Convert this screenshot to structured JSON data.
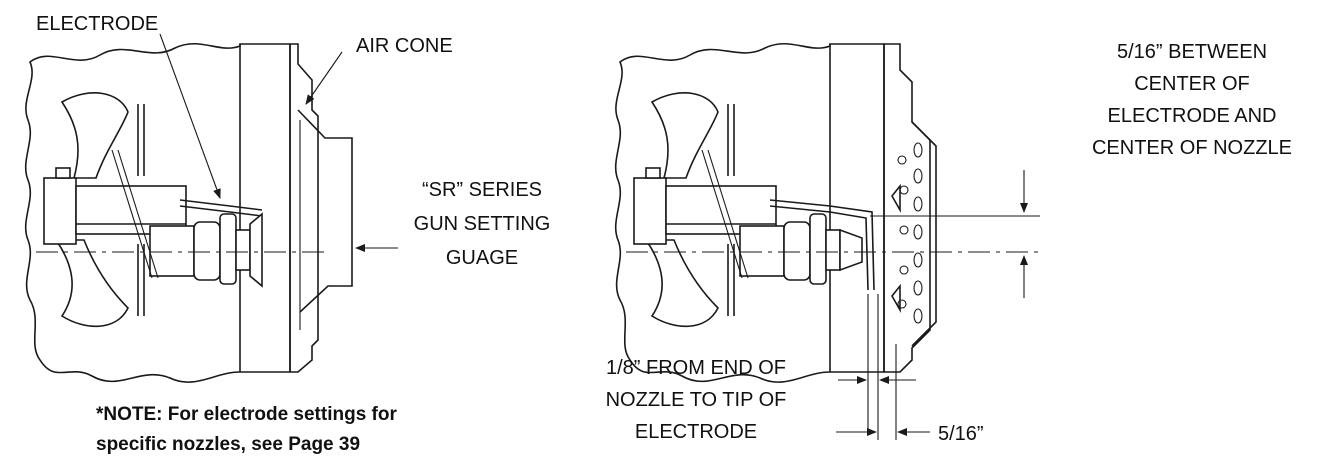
{
  "labels": {
    "electrode": "ELECTRODE",
    "air_cone": "AIR CONE",
    "sr_gauge": [
      "“SR” SERIES",
      "GUN SETTING",
      "GUAGE"
    ],
    "between_centers": [
      "5/16” BETWEEN",
      "CENTER OF",
      "ELECTRODE AND",
      "CENTER OF NOZZLE"
    ],
    "end_of_nozzle": [
      "1/8” FROM END OF",
      "NOZZLE TO TIP OF",
      "ELECTRODE"
    ],
    "bottom_dim": "5/16”"
  },
  "note": {
    "line1": "*NOTE: For electrode settings for",
    "line2": "specific nozzles, see Page 39"
  }
}
